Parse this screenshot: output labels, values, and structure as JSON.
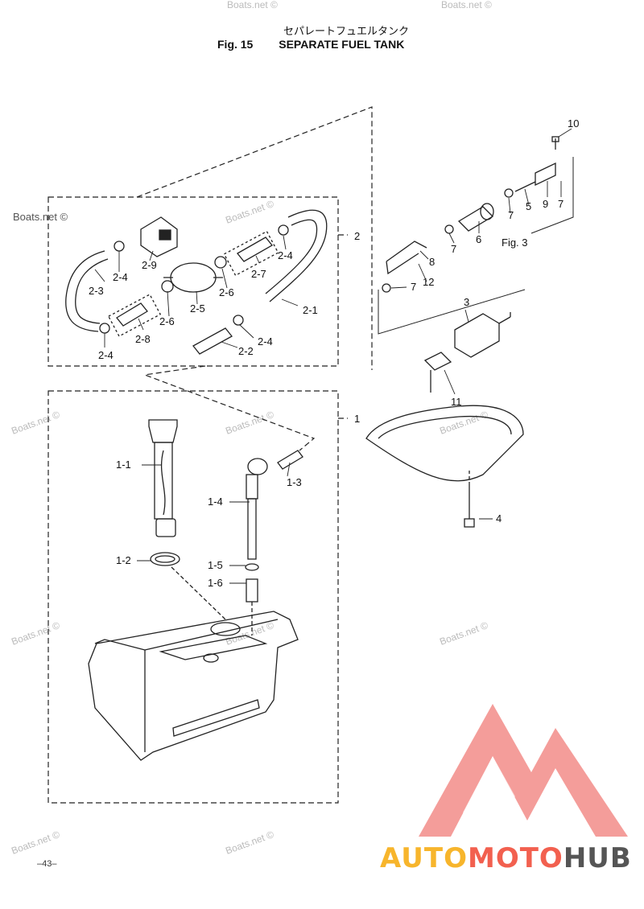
{
  "title_jp": "セパレートフュエルタンク",
  "fig_number": "Fig. 15",
  "fig_title": "SEPARATE FUEL TANK",
  "fig3_ref": "Fig. 3",
  "page_number": "–43–",
  "watermark": "Boats.net ©",
  "brand": {
    "part1": "AUTO",
    "part2": "MOTO",
    "part3": "HUB",
    "color1": "#f7b52c",
    "color2": "#f2604f",
    "color3": "#555555"
  },
  "callouts": {
    "c2": "2",
    "c2_1": "2-1",
    "c2_2": "2-2",
    "c2_3": "2-3",
    "c2_4a": "2-4",
    "c2_4b": "2-4",
    "c2_4c": "2-4",
    "c2_4d": "2-4",
    "c2_5": "2-5",
    "c2_6a": "2-6",
    "c2_6b": "2-6",
    "c2_7": "2-7",
    "c2_8": "2-8",
    "c2_9": "2-9",
    "c1": "1",
    "c1_1": "1-1",
    "c1_2": "1-2",
    "c1_3": "1-3",
    "c1_4": "1-4",
    "c1_5": "1-5",
    "c1_6": "1-6",
    "c3": "3",
    "c4": "4",
    "c5": "5",
    "c6": "6",
    "c7a": "7",
    "c7b": "7",
    "c7c": "7",
    "c7d": "7",
    "c8": "8",
    "c9": "9",
    "c10": "10",
    "c11": "11",
    "c12": "12"
  }
}
